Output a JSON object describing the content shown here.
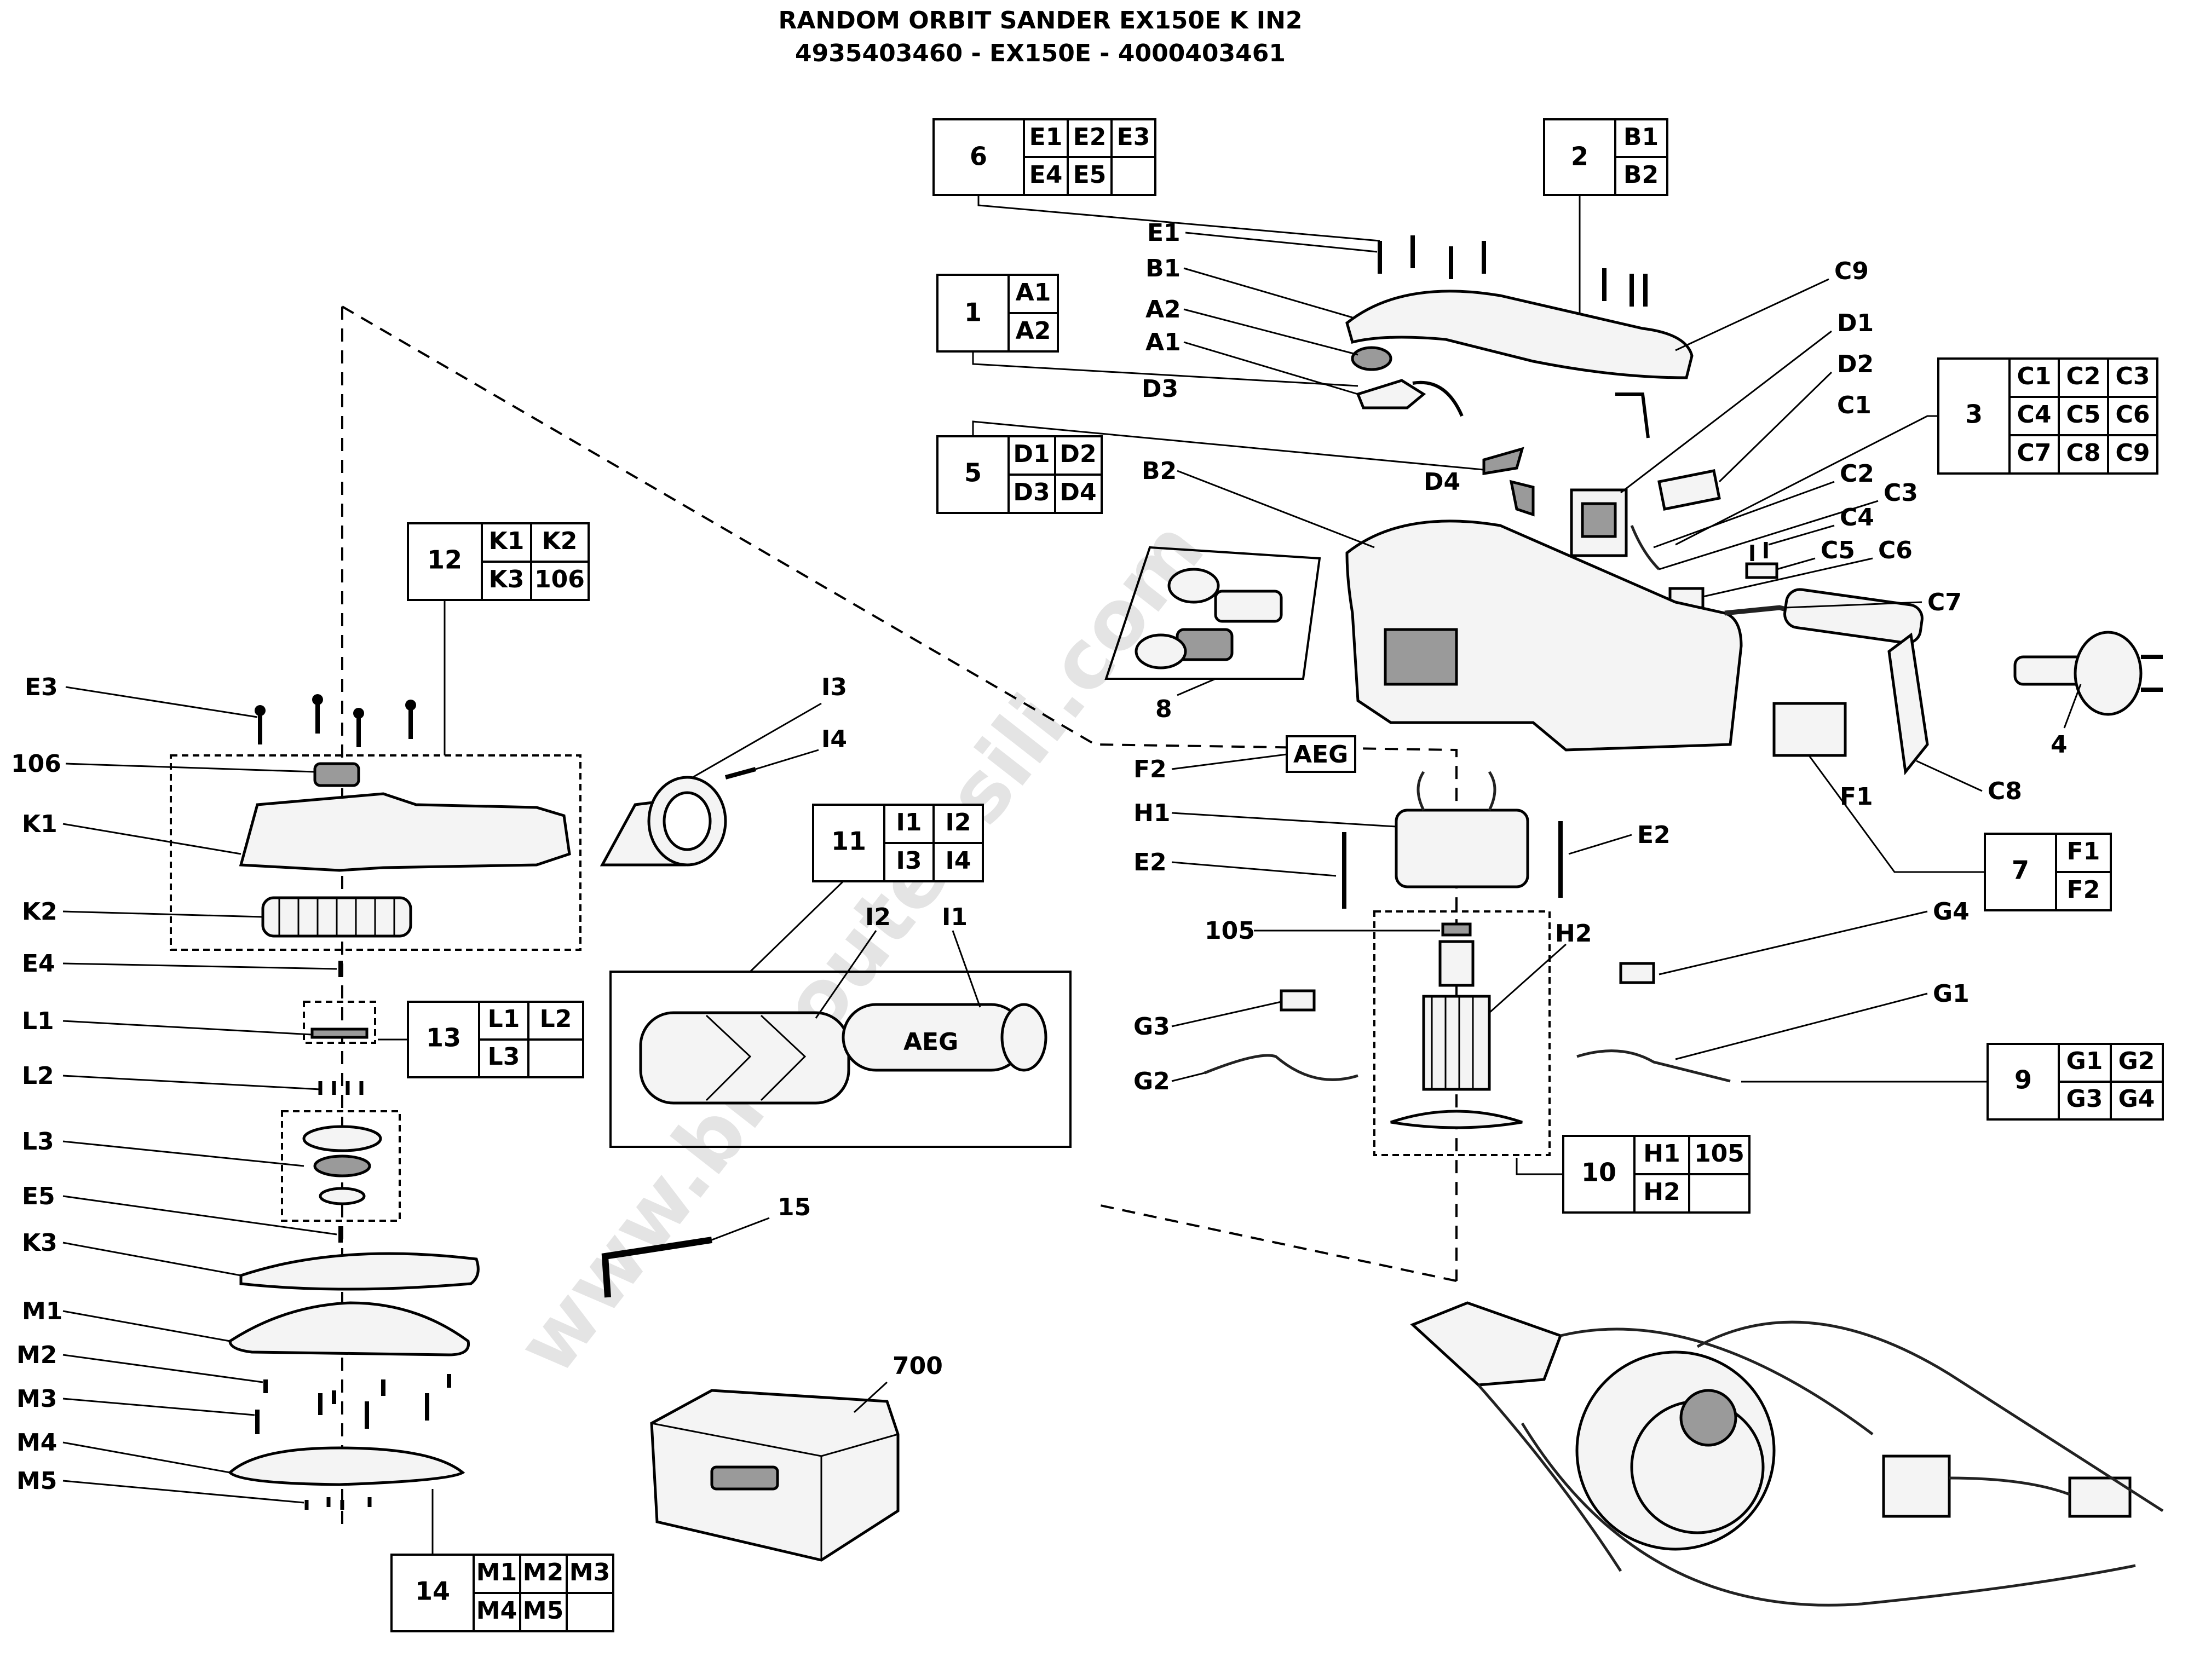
{
  "title": {
    "line1": "RANDOM ORBIT SANDER EX150E K IN2",
    "line2": "4935403460 - EX150E - 4000403461"
  },
  "watermark": "www.bricoutensili.com",
  "brand_marks": {
    "aeg_plate": "AEG",
    "aeg_tube": "AEG"
  },
  "groups": [
    {
      "id": "6",
      "parts": [
        "E1",
        "E2",
        "E3",
        "E4",
        "E5",
        ""
      ]
    },
    {
      "id": "2",
      "parts": [
        "B1",
        "B2"
      ]
    },
    {
      "id": "1",
      "parts": [
        "A1",
        "A2"
      ]
    },
    {
      "id": "3",
      "parts": [
        "C1",
        "C2",
        "C3",
        "C4",
        "C5",
        "C6",
        "C7",
        "C8",
        "C9"
      ]
    },
    {
      "id": "5",
      "parts": [
        "D1",
        "D2",
        "D3",
        "D4"
      ]
    },
    {
      "id": "12",
      "parts": [
        "K1",
        "K2",
        "K3",
        "106"
      ]
    },
    {
      "id": "11",
      "parts": [
        "I1",
        "I2",
        "I3",
        "I4"
      ]
    },
    {
      "id": "13",
      "parts": [
        "L1",
        "L2",
        "L3",
        ""
      ]
    },
    {
      "id": "7",
      "parts": [
        "F1",
        "F2"
      ]
    },
    {
      "id": "9",
      "parts": [
        "G1",
        "G2",
        "G3",
        "G4"
      ]
    },
    {
      "id": "10",
      "parts": [
        "H1",
        "105",
        "H2",
        ""
      ]
    },
    {
      "id": "14",
      "parts": [
        "M1",
        "M2",
        "M3",
        "M4",
        "M5",
        ""
      ]
    }
  ],
  "callouts": [
    "E1",
    "B1",
    "A2",
    "A1",
    "D3",
    "B2",
    "C9",
    "D1",
    "D2",
    "C1",
    "D4",
    "C2",
    "C3",
    "C4",
    "C5",
    "C6",
    "C7",
    "8",
    "4",
    "F2",
    "H1",
    "E2",
    "E2",
    "105",
    "H2",
    "C8",
    "F1",
    "G4",
    "G1",
    "G3",
    "G2",
    "E3",
    "106",
    "K1",
    "K2",
    "E4",
    "L1",
    "L2",
    "L3",
    "E5",
    "K3",
    "M1",
    "M2",
    "M3",
    "M4",
    "M5",
    "I3",
    "I4",
    "I2",
    "I1",
    "15",
    "700"
  ]
}
